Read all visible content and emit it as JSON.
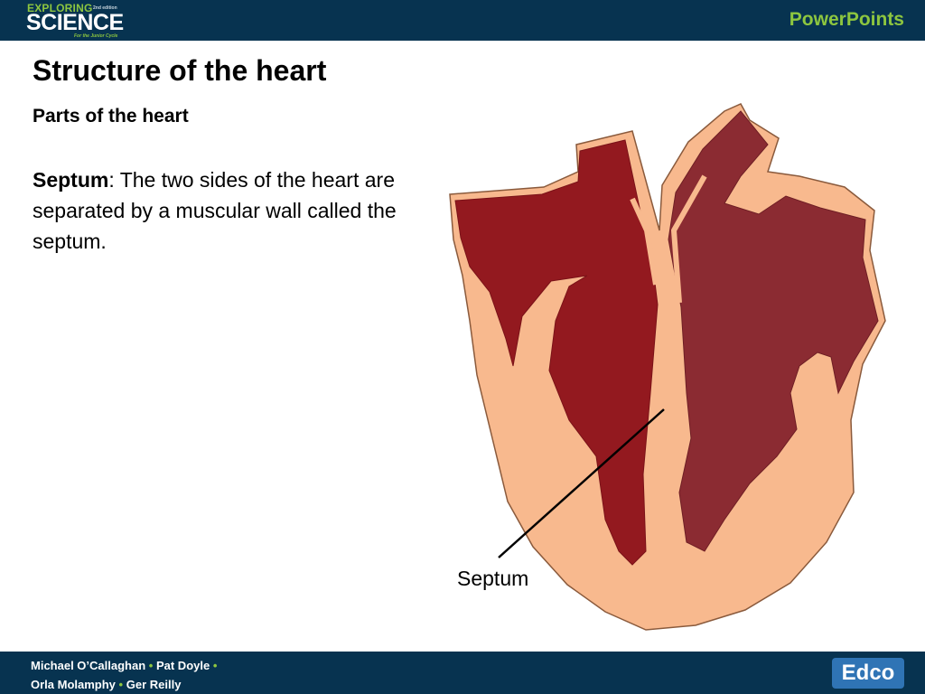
{
  "header": {
    "logo_line1": "EXPLORING",
    "logo_edition": "2nd edition",
    "logo_line2": "SCIENCE",
    "logo_tagline": "For the Junior Cycle",
    "series": "PowerPoints"
  },
  "slide": {
    "title": "Structure of the heart",
    "subtitle": "Parts of the heart",
    "term": "Septum",
    "definition": ": The two sides of the heart are separated by a muscular wall called the septum.",
    "diagram_label": "Septum"
  },
  "footer": {
    "authors_line1": [
      "Michael O’Callaghan",
      "Pat Doyle"
    ],
    "authors_line2": [
      "Orla Molamphy",
      "Ger Reilly"
    ],
    "separator": "•",
    "publisher": "Edco"
  },
  "colors": {
    "bar": "#073350",
    "accent": "#8dc63f",
    "heart_wall": "#f8b98e",
    "heart_left": "#93191f",
    "heart_right": "#8b2b32"
  }
}
